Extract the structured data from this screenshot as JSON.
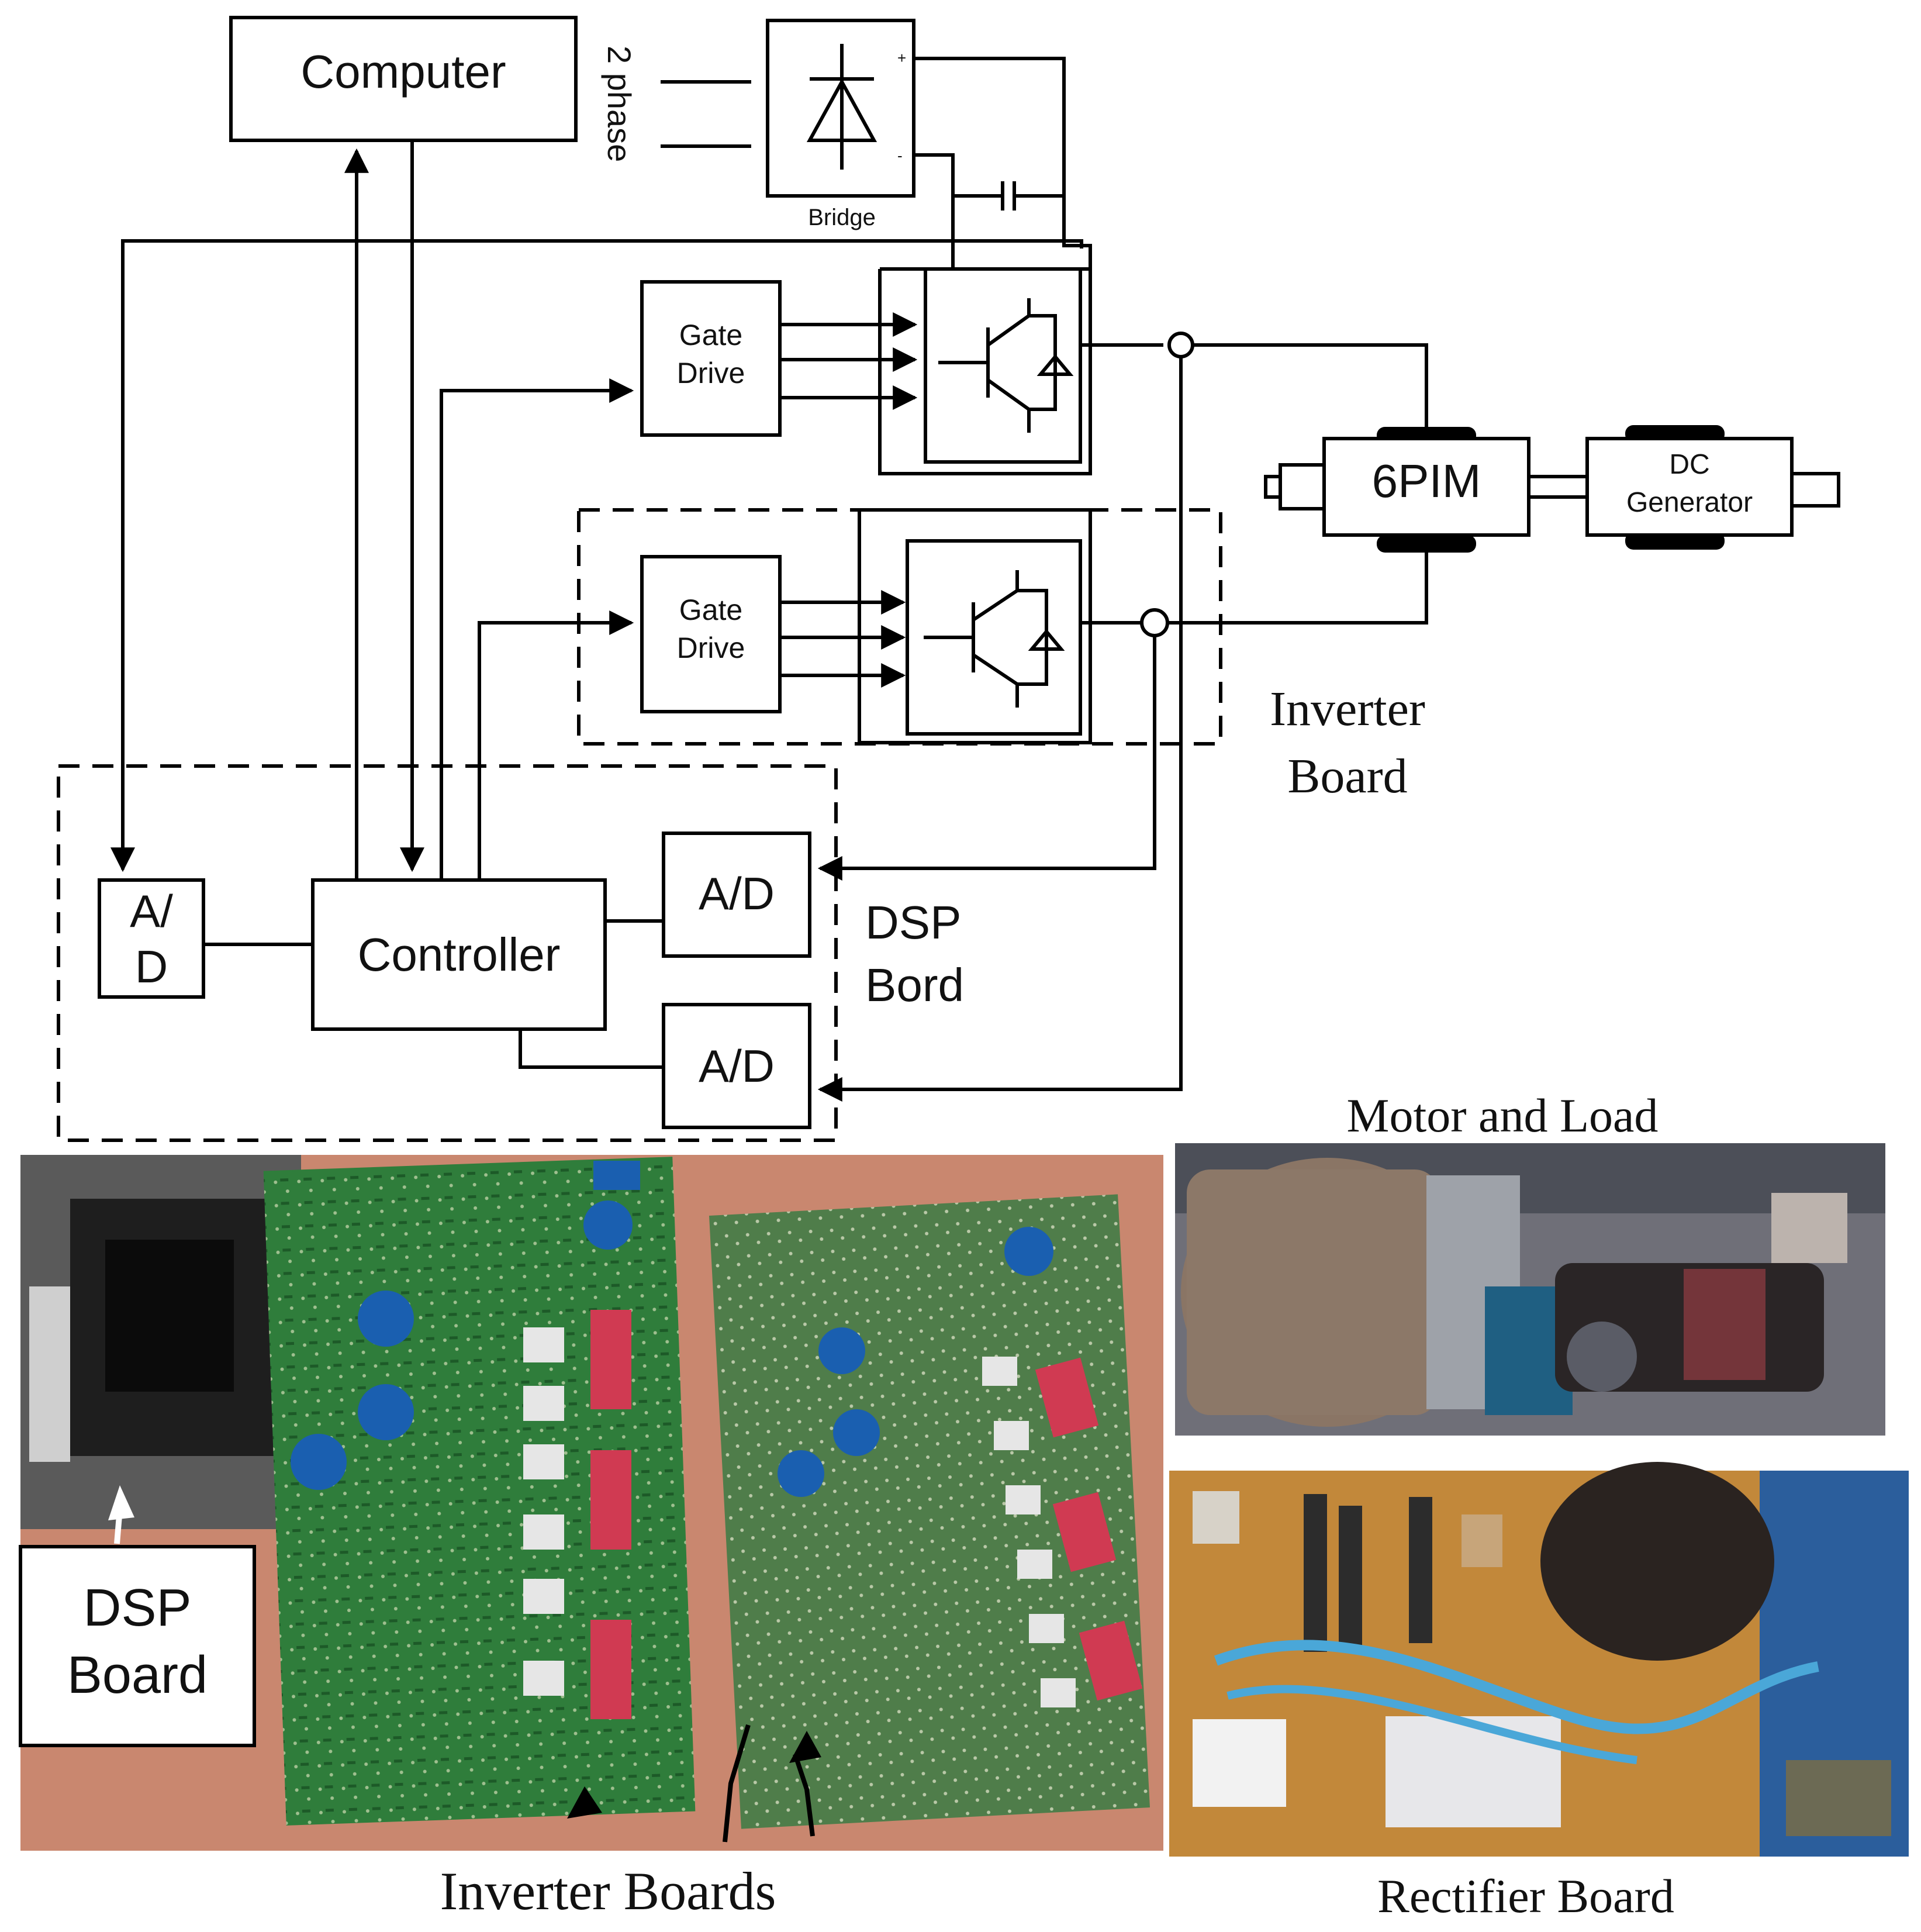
{
  "diagram": {
    "computer": "Computer",
    "supply": "2 phase",
    "bridge": "Bridge",
    "gate_drive_1": [
      "Gate",
      "Drive"
    ],
    "gate_drive_2": [
      "Gate",
      "Drive"
    ],
    "motor": "6PIM",
    "generator": [
      "DC",
      "Generator"
    ],
    "inverter_board": [
      "Inverter",
      "Board"
    ],
    "dsp_board": [
      "DSP",
      "Bord"
    ],
    "ad_left": [
      "A/",
      "D"
    ],
    "ad_right_1": "A/D",
    "ad_right_2": "A/D",
    "controller": "Controller"
  },
  "photos": {
    "boards_photo": {
      "dsp_label": [
        "DSP",
        "Board"
      ],
      "caption": "Inverter Boards"
    },
    "motor_photo": {
      "caption": "Motor and Load"
    },
    "rectifier_photo": {
      "caption": "Rectifier Board"
    }
  }
}
